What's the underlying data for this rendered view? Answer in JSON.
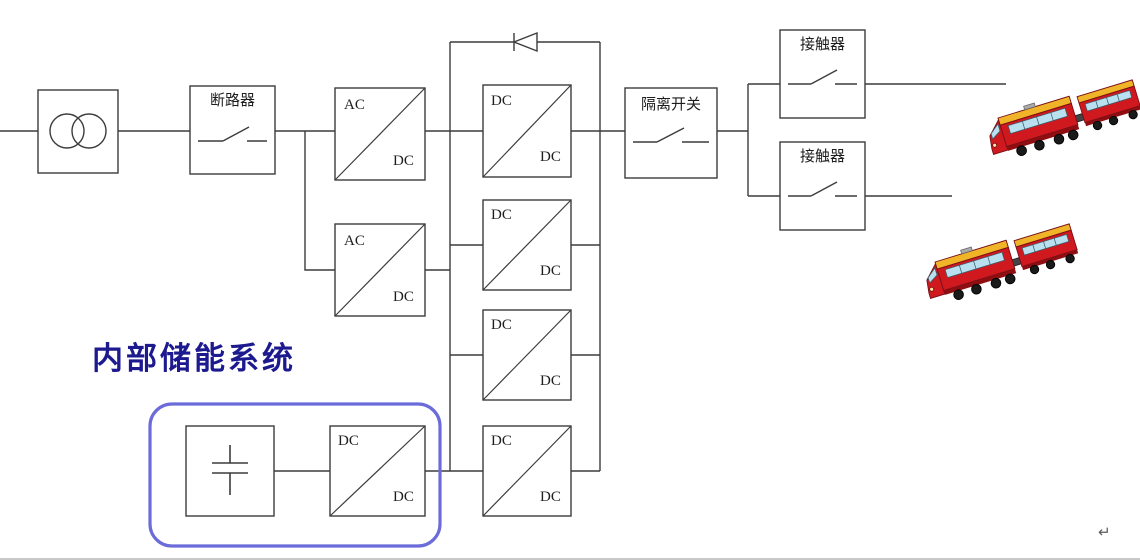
{
  "diagram": {
    "breaker": {
      "label": "断路器"
    },
    "isolator": {
      "label": "隔离开关"
    },
    "contactors": [
      {
        "label": "接触器"
      },
      {
        "label": "接触器"
      }
    ],
    "rectifiers": [
      {
        "top": "AC",
        "bottom": "DC"
      },
      {
        "top": "AC",
        "bottom": "DC"
      }
    ],
    "choppers": [
      {
        "top": "DC",
        "bottom": "DC"
      },
      {
        "top": "DC",
        "bottom": "DC"
      },
      {
        "top": "DC",
        "bottom": "DC"
      },
      {
        "top": "DC",
        "bottom": "DC"
      }
    ],
    "storage": {
      "title": "内部储能系统",
      "converter": {
        "top": "DC",
        "bottom": "DC"
      }
    },
    "return_mark": "↵"
  },
  "colors": {
    "wire": "#3c3c3c",
    "storage_outline": "#6b6bd9",
    "title_blue": "#1c1a8e",
    "train_body": "#d0191f",
    "train_roof": "#f0b429",
    "train_window": "#b8e0ef"
  }
}
